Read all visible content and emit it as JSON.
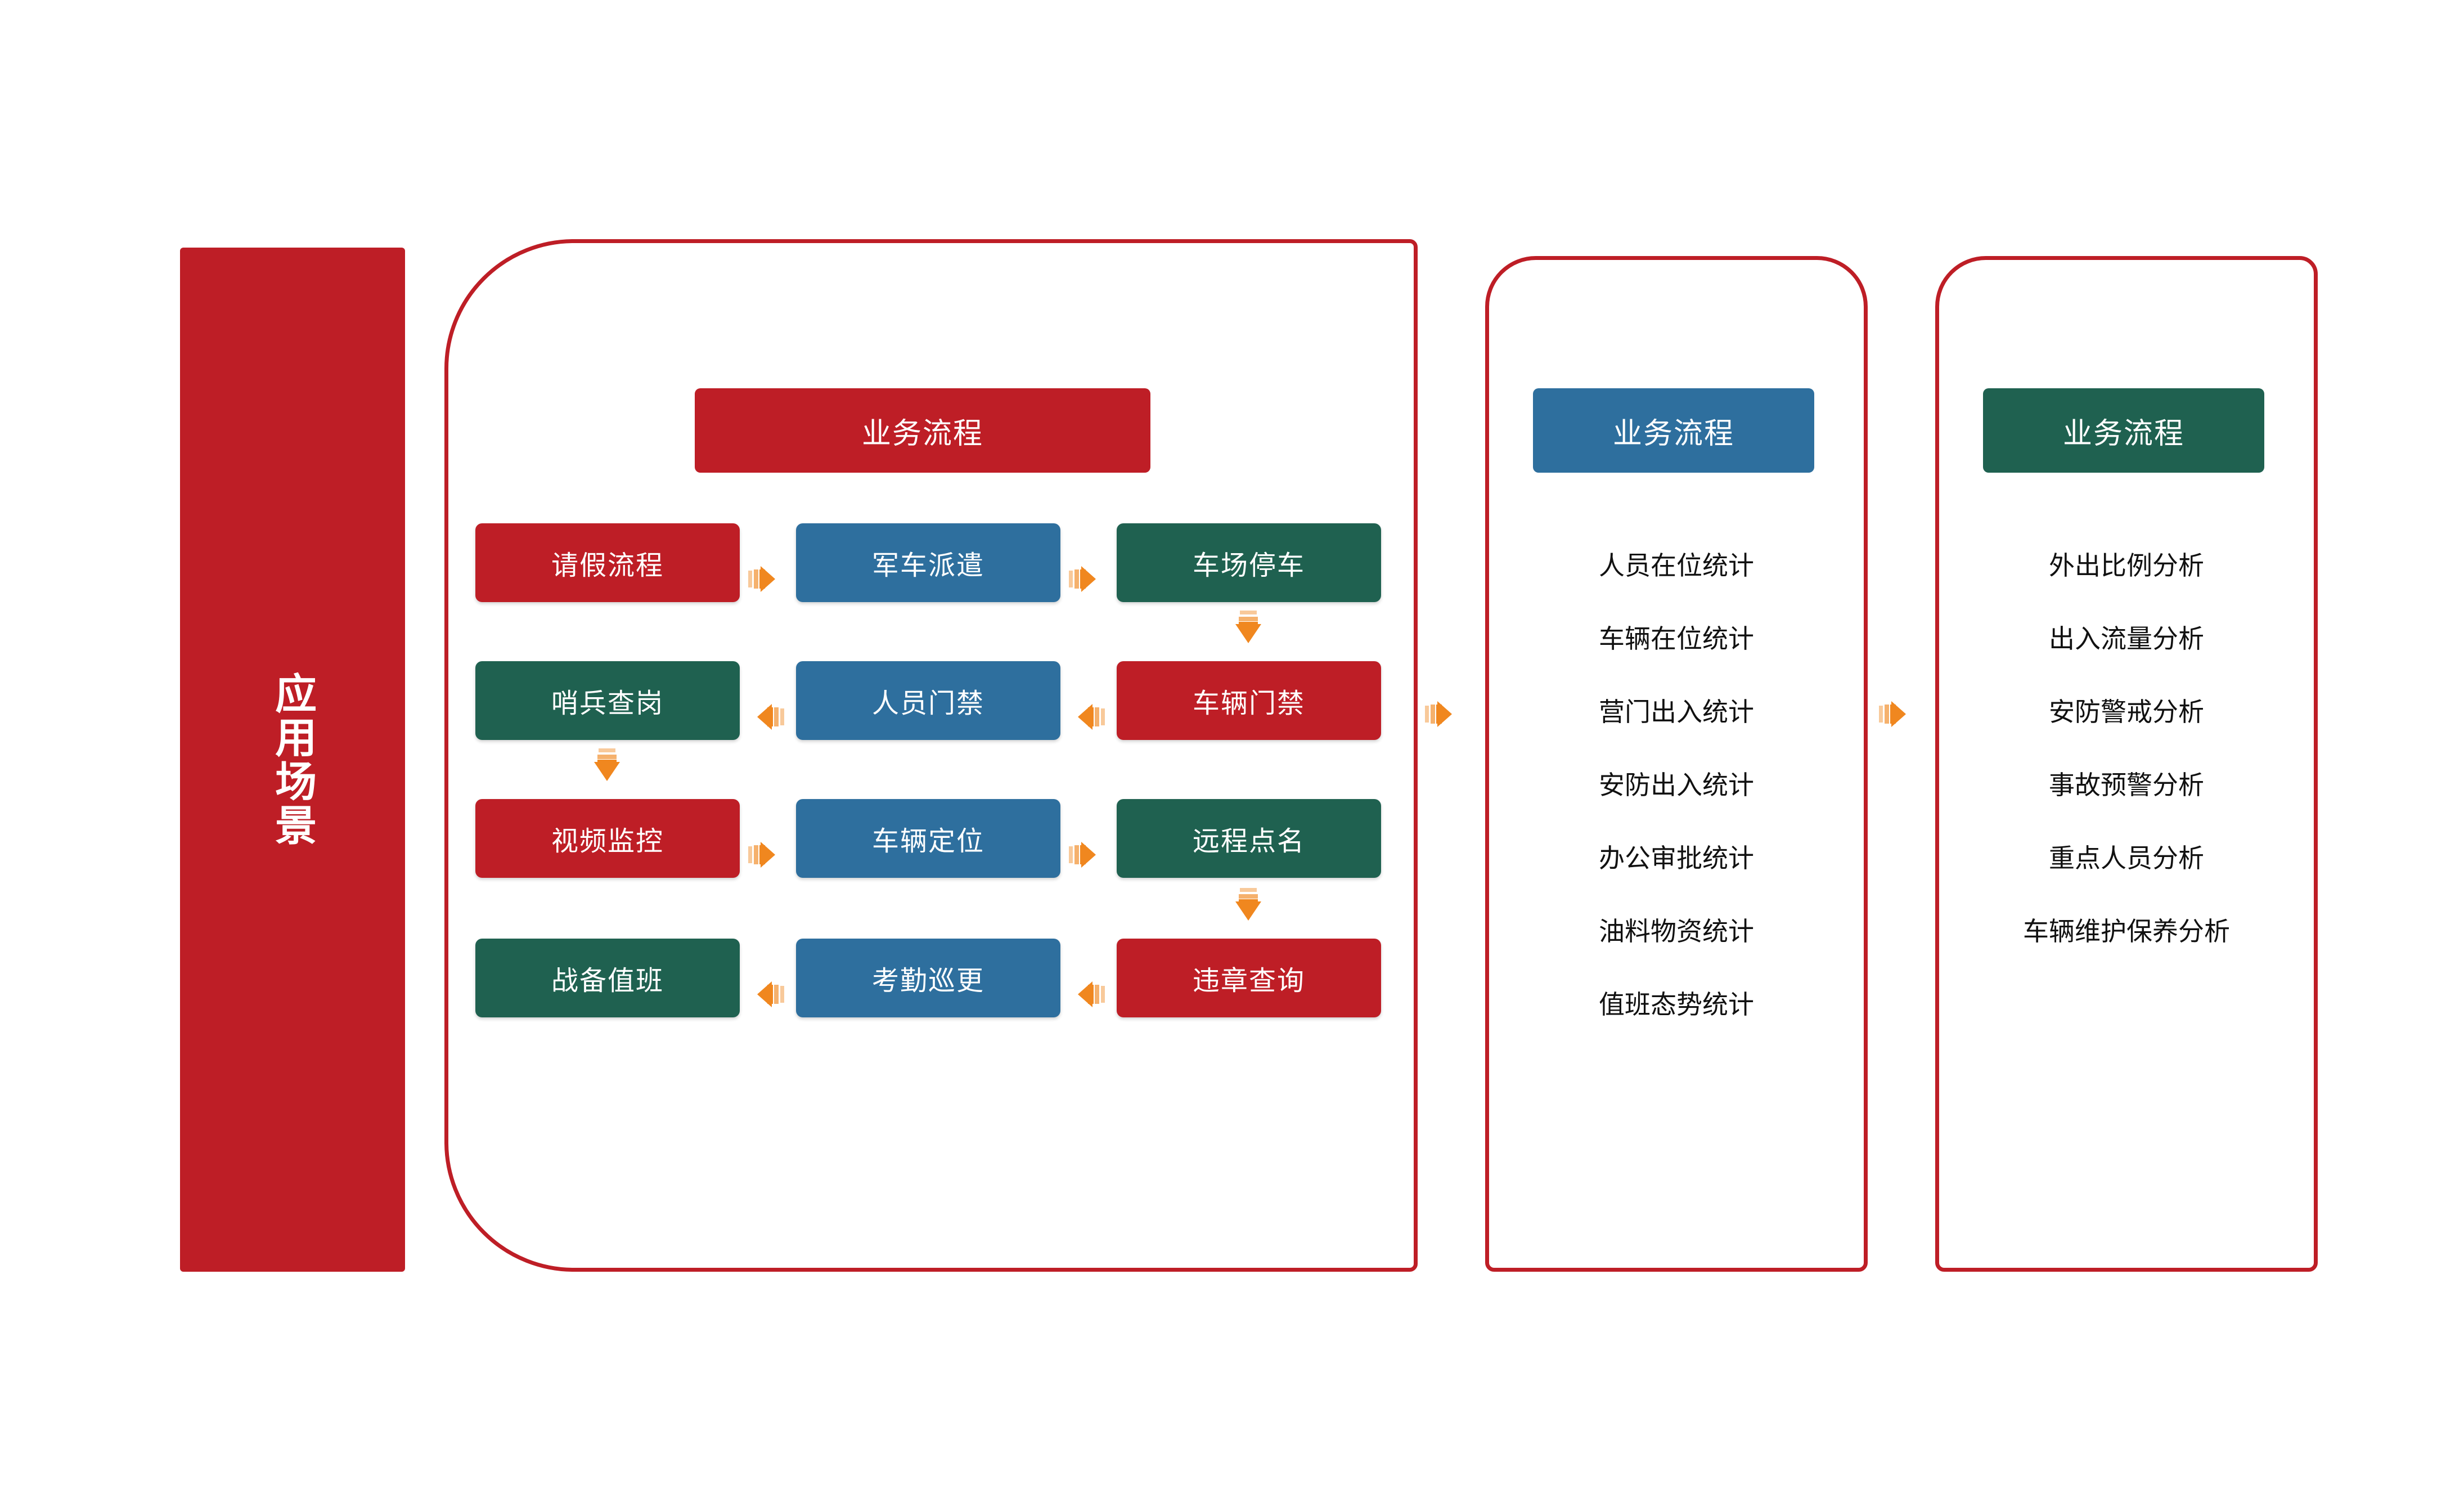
{
  "colors": {
    "red": "#BE1E26",
    "blue": "#2E6F9E",
    "green": "#1F6150",
    "orange": "#F0871F",
    "text_dark": "#111111",
    "background": "#FFFFFF"
  },
  "banner": {
    "label": "应用场景"
  },
  "panels": {
    "main": {
      "header": "业务流程",
      "rows": [
        [
          {
            "label": "请假流程",
            "color": "red"
          },
          {
            "label": "军车派遣",
            "color": "blue"
          },
          {
            "label": "车场停车",
            "color": "green"
          }
        ],
        [
          {
            "label": "哨兵查岗",
            "color": "green"
          },
          {
            "label": "人员门禁",
            "color": "blue"
          },
          {
            "label": "车辆门禁",
            "color": "red"
          }
        ],
        [
          {
            "label": "视频监控",
            "color": "red"
          },
          {
            "label": "车辆定位",
            "color": "blue"
          },
          {
            "label": "远程点名",
            "color": "green"
          }
        ],
        [
          {
            "label": "战备值班",
            "color": "green"
          },
          {
            "label": "考勤巡更",
            "color": "blue"
          },
          {
            "label": "违章查询",
            "color": "red"
          }
        ]
      ]
    },
    "stats": {
      "header": "业务流程",
      "items": [
        "人员在位统计",
        "车辆在位统计",
        "营门出入统计",
        "安防出入统计",
        "办公审批统计",
        "油料物资统计",
        "值班态势统计"
      ]
    },
    "analysis": {
      "header": "业务流程",
      "items": [
        "外出比例分析",
        "出入流量分析",
        "安防警戒分析",
        "事故预警分析",
        "重点人员分析",
        "车辆维护保养分析"
      ]
    }
  },
  "arrows": {
    "row1": [
      "right",
      "right"
    ],
    "row2": [
      "left",
      "left"
    ],
    "row3": [
      "right",
      "right"
    ],
    "row4": [
      "left",
      "left"
    ],
    "vertical": [
      "down-right-col",
      "down-left-col",
      "down-right-col"
    ],
    "between_panels": [
      "right",
      "right"
    ]
  }
}
